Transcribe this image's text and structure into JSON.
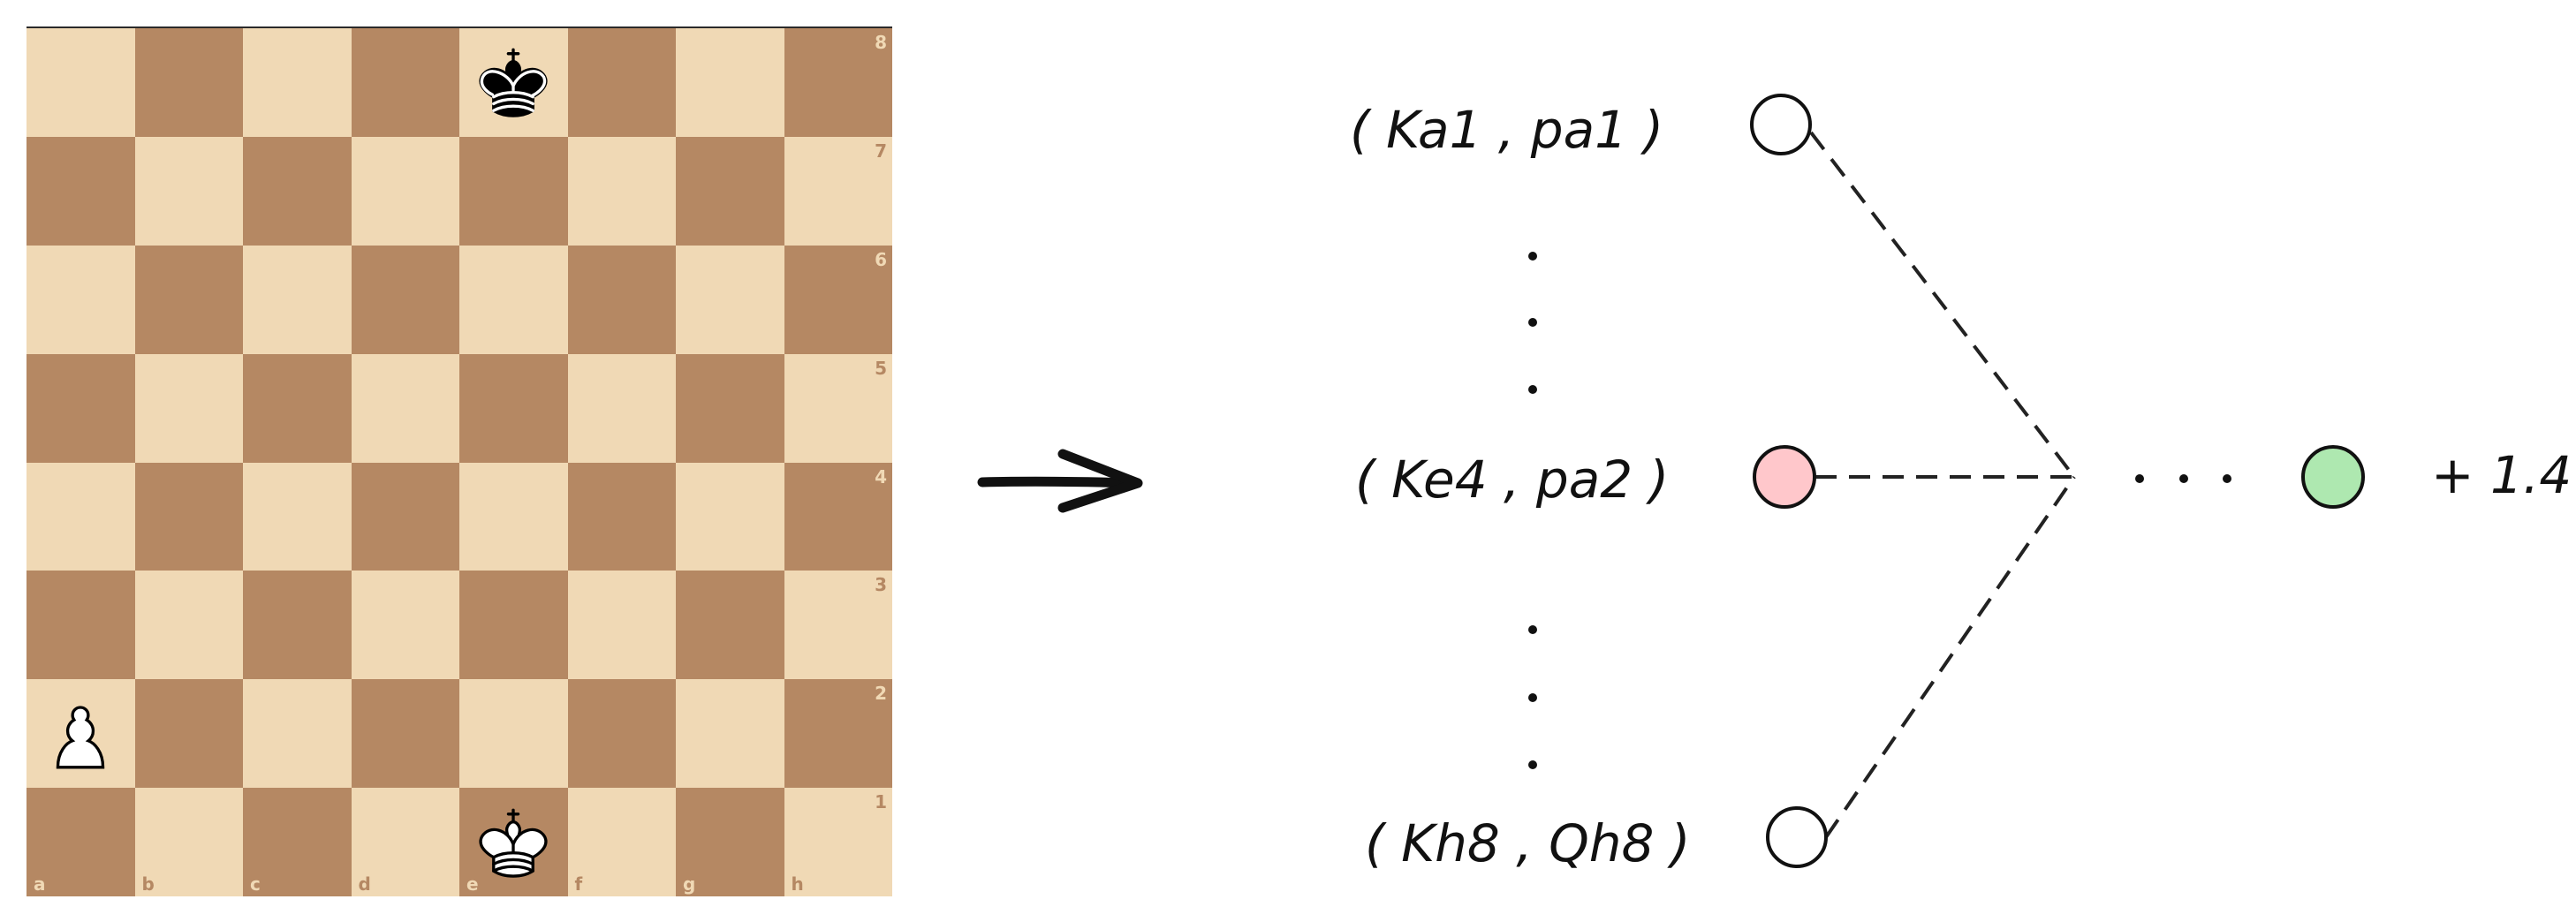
{
  "board": {
    "files": [
      "a",
      "b",
      "c",
      "d",
      "e",
      "f",
      "g",
      "h"
    ],
    "ranks": [
      "8",
      "7",
      "6",
      "5",
      "4",
      "3",
      "2",
      "1"
    ],
    "colors": {
      "light": "#f0d9b5",
      "dark": "#b58863"
    },
    "pieces": [
      {
        "square": "e8",
        "piece": "black-king"
      },
      {
        "square": "a2",
        "piece": "white-pawn"
      },
      {
        "square": "e1",
        "piece": "white-king"
      }
    ]
  },
  "diagram": {
    "arrow_icon": "right-arrow-icon",
    "nodes": {
      "top": {
        "label": "( Ka1 , pa1 )",
        "fill": "#ffffff"
      },
      "middle": {
        "label": "( Ke4 , pa2 )",
        "fill": "#ffc7cb"
      },
      "bottom": {
        "label": "( Kh8 , Qh8 )",
        "fill": "#ffffff"
      },
      "output": {
        "label": "+ 1.4",
        "fill": "#aee8b0"
      }
    },
    "ellipsis": "· · ·"
  }
}
